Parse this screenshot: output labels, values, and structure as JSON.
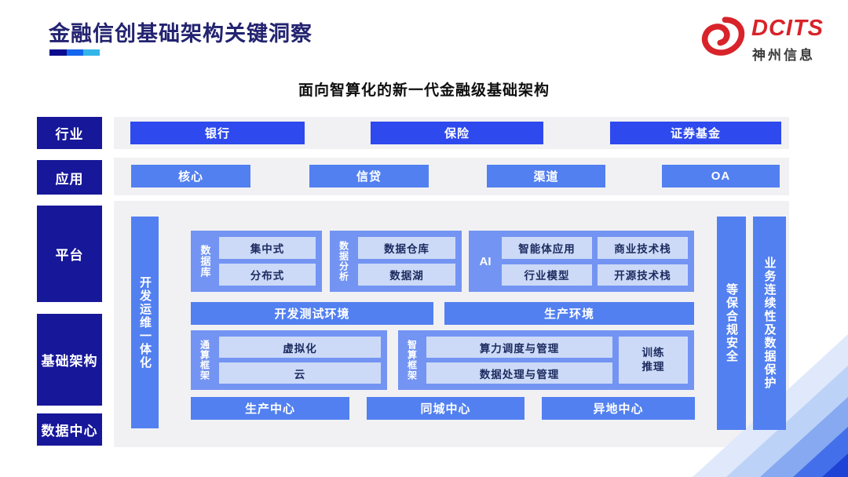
{
  "page": {
    "title": "金融信创基础架构关键洞察",
    "subtitle": "面向智算化的新一代金融级基础架构"
  },
  "logo": {
    "brand": "DCITS",
    "company": "神州信息"
  },
  "sidebar": {
    "industry": "行业",
    "application": "应用",
    "platform": "平台",
    "infrastructure": "基础架构",
    "datacenter": "数据中心"
  },
  "industry": {
    "items": [
      "银行",
      "保险",
      "证券基金"
    ]
  },
  "application": {
    "items": [
      "核心",
      "信贷",
      "渠道",
      "OA"
    ]
  },
  "diagram": {
    "devops_bar": "开发运维一体化",
    "database": {
      "label": "数据库",
      "items": [
        "集中式",
        "分布式"
      ]
    },
    "analytics": {
      "label": "数据分析",
      "items": [
        "数据仓库",
        "数据湖"
      ]
    },
    "ai": {
      "label": "AI",
      "items": [
        "智能体应用",
        "商业技术栈",
        "行业模型",
        "开源技术栈"
      ]
    },
    "environments": [
      "开发测试环境",
      "生产环境"
    ],
    "general_framework": {
      "label": "通算框架",
      "items": [
        "虚拟化",
        "云"
      ]
    },
    "intelligent_framework": {
      "label": "智算框架",
      "items": [
        "算力调度与管理",
        "数据处理与管理"
      ],
      "side": "训练\n推理"
    },
    "centers": [
      "生产中心",
      "同城中心",
      "异地中心"
    ],
    "security_bar": "等保合规安全",
    "continuity_bar": "业务连续性及数据保护"
  },
  "colors": {
    "rail_navy": "#17179a",
    "industry_blue": "#2e49ed",
    "bar_blue": "#5280f0",
    "section_blue": "#7394f2",
    "chip_blue": "#ccdaf8",
    "title_navy": "#232370",
    "logo_red": "#d8232a",
    "panel_gray": "#f1f1f4"
  }
}
